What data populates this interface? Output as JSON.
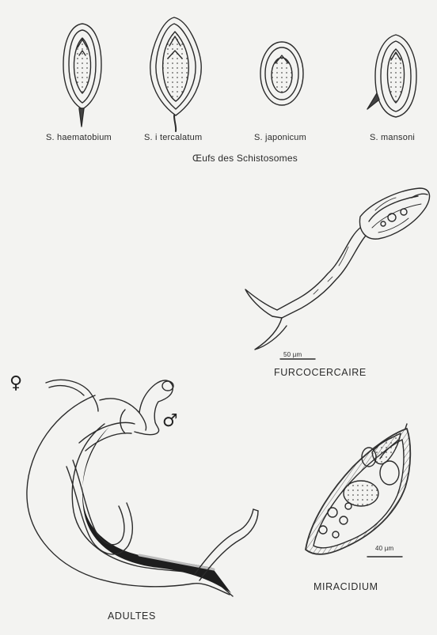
{
  "eggs": {
    "labels": [
      "S. haematobium",
      "S. i tercalatum",
      "S. japonicum",
      "S. mansoni"
    ],
    "caption": "Œufs des Schistosomes"
  },
  "furcocercaire": {
    "label": "FURCOCERCAIRE",
    "scale": "50 µm"
  },
  "adultes": {
    "label": "ADULTES",
    "female_symbol": "♀",
    "male_symbol": "♂"
  },
  "miracidium": {
    "label": "MIRACIDIUM",
    "scale": "40 µm"
  },
  "colors": {
    "ink": "#2b2b2b",
    "paper": "#f3f3f1"
  }
}
